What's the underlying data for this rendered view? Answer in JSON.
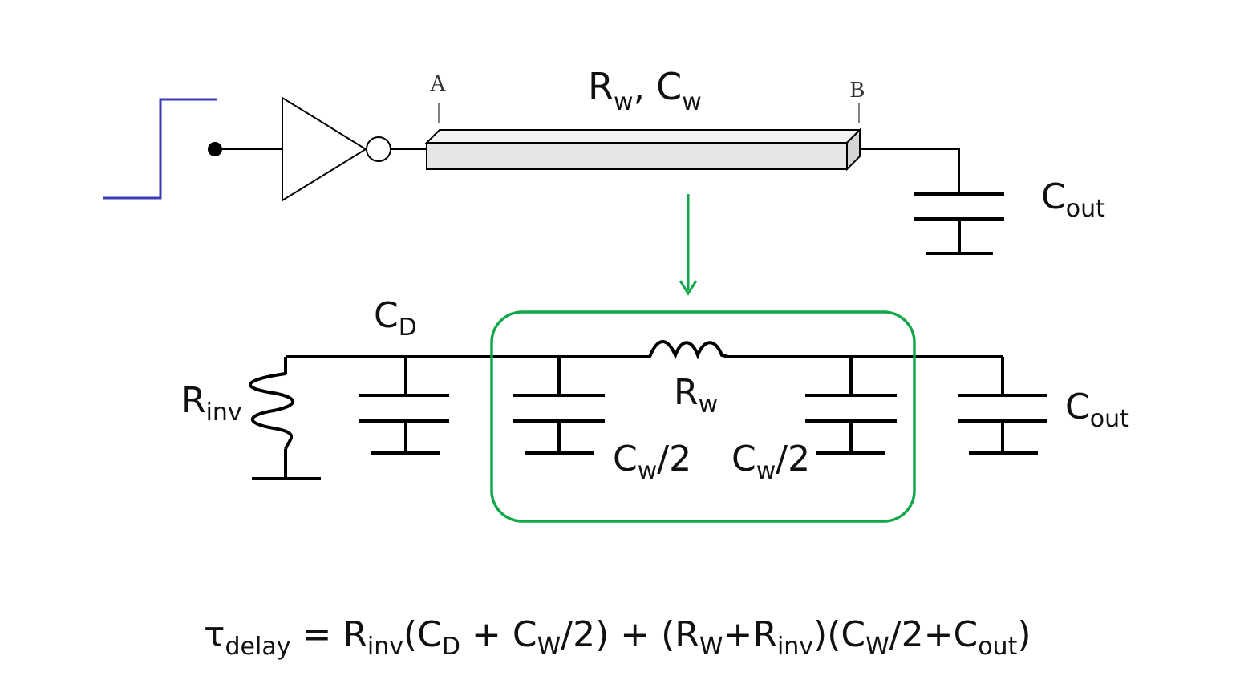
{
  "colors": {
    "step_signal": "#3b3bb8",
    "highlight": "#12a84a",
    "wire": "#000000",
    "wire_fill": "#e6e6e6"
  },
  "top": {
    "node_a": "A",
    "node_b": "B",
    "wire_label": {
      "r_main": "R",
      "r_sub": "w",
      "sep": ",",
      "c_main": "C",
      "c_sub": "w"
    },
    "cout": {
      "main": "C",
      "sub": "out"
    }
  },
  "bottom": {
    "cd": {
      "main": "C",
      "sub": "D"
    },
    "rinv": {
      "main": "R",
      "sub": "inv"
    },
    "rw": {
      "main": "R",
      "sub": "w"
    },
    "cw_left": {
      "main": "C",
      "sub": "w",
      "tail": "/2"
    },
    "cw_right": {
      "main": "C",
      "sub": "w",
      "tail": "/2"
    },
    "cout": {
      "main": "C",
      "sub": "out"
    }
  },
  "equation": {
    "tau": "τ",
    "tau_sub": "delay",
    "p1": " = R",
    "p1_sub": "inv",
    "p2": "(C",
    "p2_sub": "D",
    "p3": " + C",
    "p3_sub": "W",
    "p4": "/2) + (R",
    "p4_sub": "W",
    "p5": "+R",
    "p5_sub": "inv",
    "p6": ")(C",
    "p6_sub": "W",
    "p7": "/2+C",
    "p7_sub": "out",
    "p8": ")"
  }
}
